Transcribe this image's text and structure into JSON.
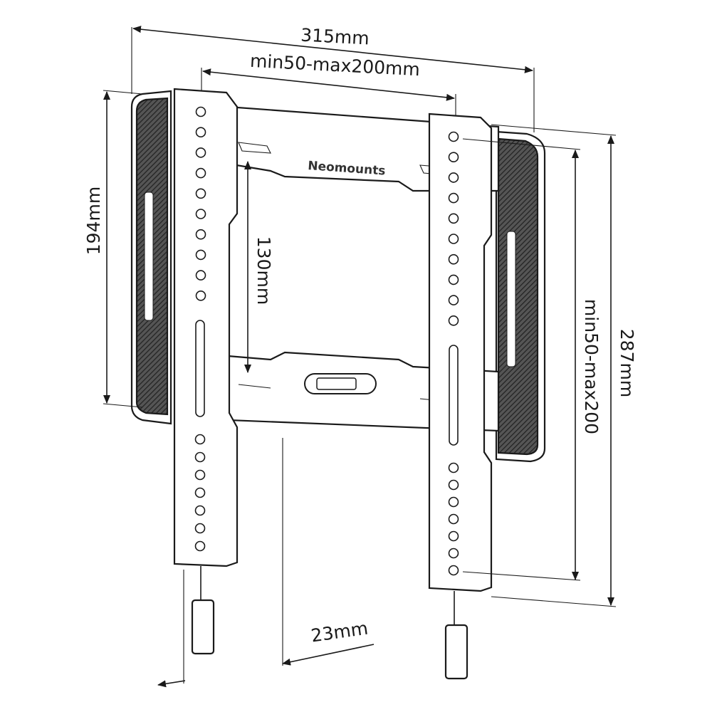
{
  "product": {
    "brand_logo": "Neomounts"
  },
  "dimensions": {
    "overall_width": "315mm",
    "vesa_width": "min50-max200mm",
    "pad_height": "194mm",
    "crossbar_gap": "130mm",
    "vesa_height": "min50-max200",
    "overall_height": "287mm",
    "wall_distance": "23mm"
  }
}
